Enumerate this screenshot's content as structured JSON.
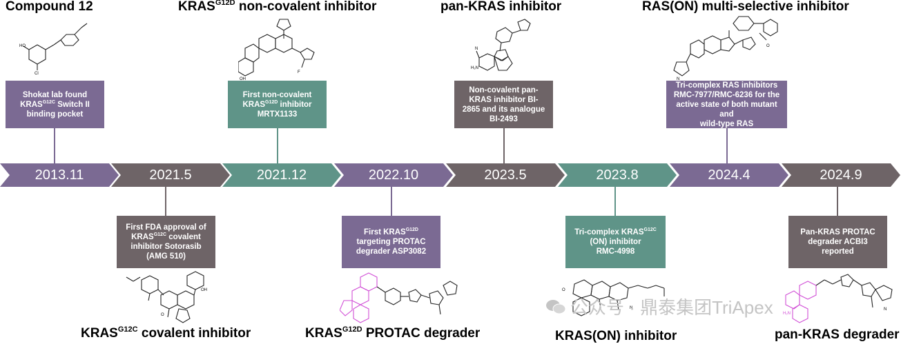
{
  "titles_top": [
    {
      "main": "Compound 12",
      "sup": "",
      "rest": ""
    },
    {
      "main": "KRAS",
      "sup": "G12D",
      "rest": " non-covalent inhibitor"
    },
    {
      "main": "pan-KRAS inhibitor",
      "sup": "",
      "rest": ""
    },
    {
      "main": "RAS(ON) multi-selective inhibitor",
      "sup": "",
      "rest": ""
    }
  ],
  "titles_bottom": [
    {
      "main": "KRAS",
      "sup": "G12C",
      "rest": " covalent inhibitor"
    },
    {
      "main": "KRAS",
      "sup": "G12D",
      "rest": " PROTAC degrader"
    },
    {
      "main": "KRAS(ON) inhibitor",
      "sup": "",
      "rest": ""
    },
    {
      "main": "pan-KRAS degrader",
      "sup": "",
      "rest": ""
    }
  ],
  "timeline": [
    "2013.11",
    "2021.5",
    "2021.12",
    "2022.10",
    "2023.5",
    "2023.8",
    "2024.4",
    "2024.9"
  ],
  "boxes_top": [
    {
      "l1": "Shokat lab found",
      "l2a": "KRAS",
      "l2sup": "G12C",
      "l2b": " Switch II",
      "l3": "binding pocket"
    },
    {
      "l1": "First non-covalent",
      "l2a": "KRAS",
      "l2sup": "G12D",
      "l2b": " inhibitor",
      "l3": "MRTX1133"
    },
    {
      "l1": "Non-covalent pan-",
      "l2": "KRAS inhibitor BI-",
      "l3": "2865 and its analogue",
      "l4": "BI-2493"
    },
    {
      "l1": "Tri-complex RAS inhibitors",
      "l2": "RMC-7977/RMC-6236 for the",
      "l3": "active state of both mutant and",
      "l4": "wild-type RAS"
    }
  ],
  "boxes_bottom": [
    {
      "l1": "First FDA approval of",
      "l2a": "KRAS",
      "l2sup": "G12C",
      "l2b": " covalent",
      "l3": "inhibitor Sotorasib",
      "l4": "(AMG 510)"
    },
    {
      "l1a": "First KRAS",
      "l1sup": "G12D",
      "l2": "targeting PROTAC",
      "l3": "degrader ASP3082"
    },
    {
      "l1a": "Tri-complex KRAS",
      "l1sup": "G12C",
      "l2": "(ON) inhibitor",
      "l3": "RMC-4998"
    },
    {
      "l1": "Pan-KRAS PROTAC",
      "l2": "degrader ACBI3",
      "l3": "reported"
    }
  ],
  "watermark": "公众号 · 鼎泰集团TriApex",
  "colors": {
    "purple": "#7b6a93",
    "teal": "#5f9488",
    "gray": "#6e6467",
    "magenta": "#d14fd6"
  }
}
